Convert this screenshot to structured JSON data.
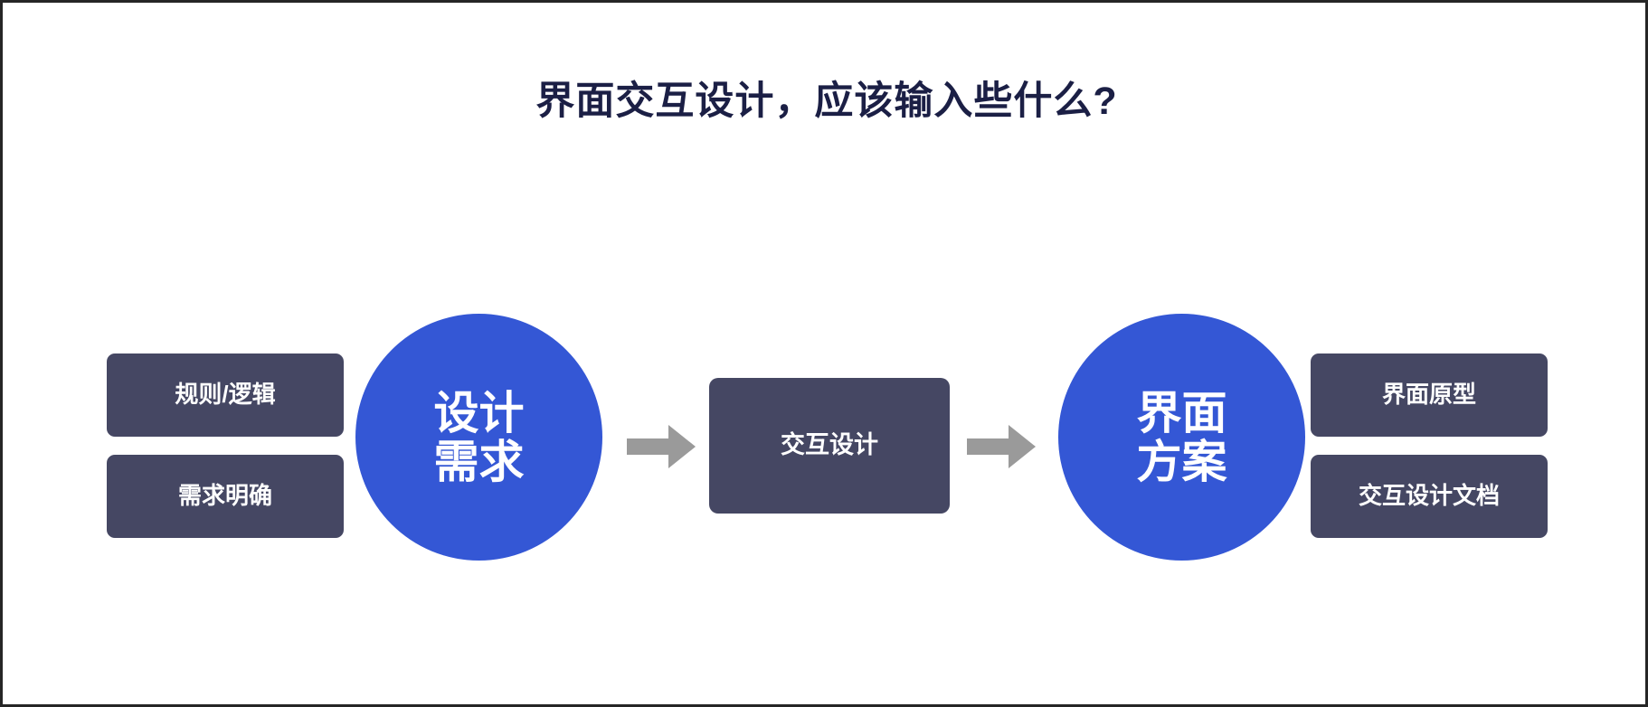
{
  "slide": {
    "title": "界面交互设计，应该输入些什么?",
    "background_color": "#ffffff",
    "border_color": "#262626"
  },
  "theme": {
    "title_color": "#1b1f45",
    "card_color": "#454763",
    "circle_color": "#3457d5",
    "arrow_color": "#9a9a9a",
    "text_on_dark": "#ffffff"
  },
  "flow": {
    "inputs": {
      "items": [
        {
          "label": "规则/逻辑"
        },
        {
          "label": "需求明确"
        }
      ]
    },
    "stage_start": {
      "line1": "设计",
      "line2": "需求"
    },
    "arrow_1": {
      "glyph": "right-arrow"
    },
    "stage_middle": {
      "label": "交互设计"
    },
    "arrow_2": {
      "glyph": "right-arrow"
    },
    "stage_end": {
      "line1": "界面",
      "line2": "方案"
    },
    "outputs": {
      "items": [
        {
          "label": "界面原型"
        },
        {
          "label": "交互设计文档"
        }
      ]
    }
  }
}
